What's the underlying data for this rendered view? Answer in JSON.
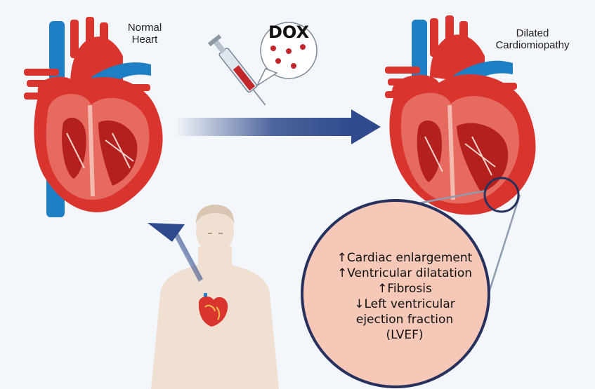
{
  "labels": {
    "normal_heart_line1": "Normal",
    "normal_heart_line2": "Heart",
    "dilated_line1": "Dilated",
    "dilated_line2": "Cardiomiopathy",
    "drug": "DOX"
  },
  "effects": [
    "↑Cardiac enlargement",
    "↑Ventricular dilatation",
    "↑Fibrosis",
    "↓Left ventricular",
    "ejection fraction",
    "(LVEF)"
  ],
  "colors": {
    "background": "#f3f6fa",
    "heart_red": "#d9352e",
    "heart_inner": "#e66a5f",
    "vessel_blue": "#1f7fc4",
    "arrow_navy": "#2f4a8c",
    "zoom_fill": "#f6c8b8",
    "zoom_border": "#26315e",
    "skin": "#efe0d2"
  }
}
